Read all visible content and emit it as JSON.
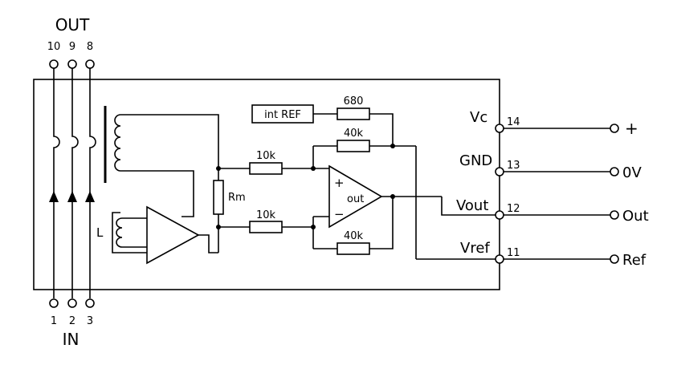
{
  "labels": {
    "out_header": "OUT",
    "in_header": "IN",
    "pins_top": [
      "10",
      "9",
      "8"
    ],
    "pins_bottom": [
      "1",
      "2",
      "3"
    ],
    "int_ref": "int REF",
    "r_680": "680",
    "r_40k_top": "40k",
    "r_10k_top": "10k",
    "r_10k_bottom": "10k",
    "r_40k_bottom": "40k",
    "rm": "Rm",
    "plus": "+",
    "minus": "−",
    "out": "out",
    "vc": "Vc",
    "gnd": "GND",
    "vout": "Vout",
    "vref": "Vref",
    "pin14": "14",
    "pin13": "13",
    "pin12": "12",
    "pin11": "11",
    "ext_plus": "+",
    "ext_0v": "0V",
    "ext_out": "Out",
    "ext_ref": "Ref",
    "l_label": "L"
  }
}
